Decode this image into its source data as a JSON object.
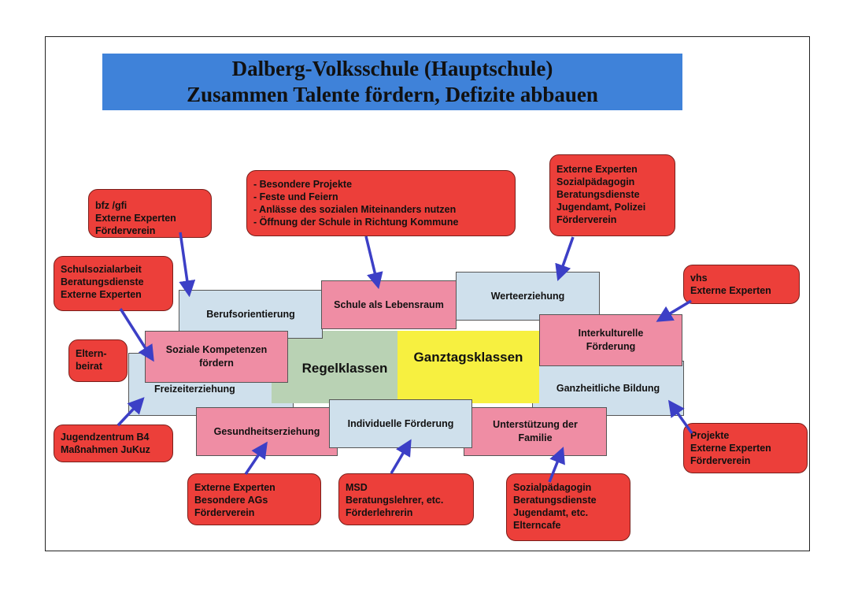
{
  "header": {
    "line1": "Dalberg-Volksschule (Hauptschule)",
    "line2": "Zusammen Talente fördern, Defizite abbauen"
  },
  "center": {
    "regelklassen": "Regelklassen",
    "ganztagsklassen": "Ganztagsklassen"
  },
  "areas": {
    "berufsorientierung": "Berufsorientierung",
    "schule_lebensraum": "Schule als Lebensraum",
    "werteerziehung": "Werteerziehung",
    "soziale_kompetenzen": [
      "Soziale Kompetenzen",
      "fördern"
    ],
    "interkulturelle": [
      "Interkulturelle",
      "Förderung"
    ],
    "freizeiterziehung": "Freizeiterziehung",
    "ganzheitliche_bildung": "Ganzheitliche Bildung",
    "gesundheitserziehung": "Gesundheitserziehung",
    "individuelle_foerderung": "Individuelle Förderung",
    "unterstuetzung_familie": [
      "Unterstützung der",
      "Familie"
    ]
  },
  "partners": {
    "bfz": [
      "bfz /gfi",
      "Externe Experten",
      "Förderverein"
    ],
    "projekte_top": [
      "- Besondere Projekte",
      "- Feste und Feiern",
      "- Anlässe des sozialen Miteinanders nutzen",
      "- Öffnung der Schule in Richtung Kommune"
    ],
    "externe_top": [
      "Externe Experten",
      "Sozialpädagogin",
      "Beratungsdienste",
      "Jugendamt, Polizei",
      "Förderverein"
    ],
    "schulsozialarbeit": [
      "Schulsozialarbeit",
      "Beratungsdienste",
      "Externe Experten"
    ],
    "vhs": [
      "vhs",
      "Externe Experten"
    ],
    "elternbeirat": [
      "Eltern-",
      "beirat"
    ],
    "jugendzentrum": [
      "Jugendzentrum B4",
      "Maßnahmen JuKuz"
    ],
    "projekte_right": [
      "Projekte",
      "Externe Experten",
      "Förderverein"
    ],
    "externe_bottom": [
      "Externe Experten",
      "Besondere AGs",
      "Förderverein"
    ],
    "msd": [
      "MSD",
      "Beratungslehrer, etc.",
      "Förderlehrerin"
    ],
    "sozial_bottom": [
      "Sozialpädagogin",
      "Beratungsdienste",
      "Jugendamt, etc.",
      "Elterncafe"
    ]
  },
  "colors": {
    "banner": "#3f82d9",
    "area_blue": "#cfe0ec",
    "area_pink": "#ef8da4",
    "regelklassen": "#b9d2b4",
    "ganztagsklassen": "#f7f040",
    "partner_red": "#ec3f3a",
    "arrow": "#3c3fc6"
  }
}
